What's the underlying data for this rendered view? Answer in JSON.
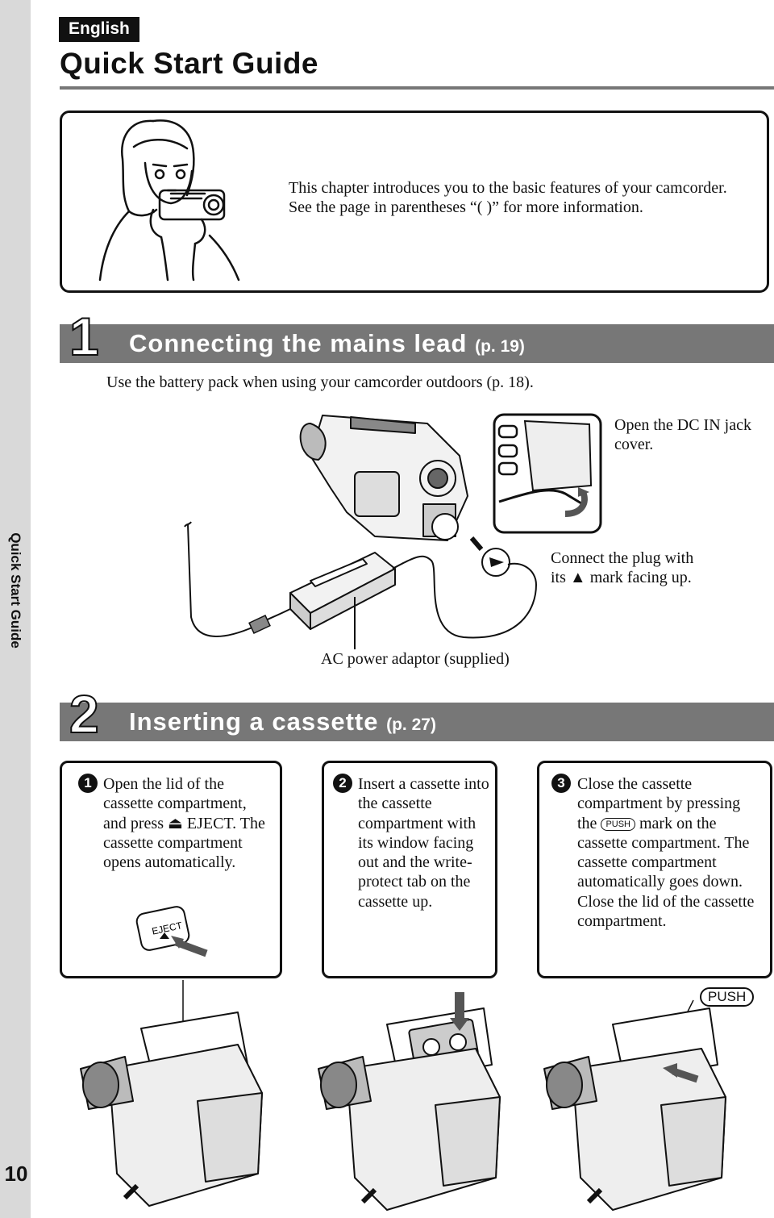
{
  "sidebar": {
    "label": "Quick Start Guide",
    "page_number": "10"
  },
  "header": {
    "language": "English",
    "title": "Quick Start Guide"
  },
  "intro": {
    "text": "This chapter introduces you to the basic features of your camcorder. See the page in parentheses “(    )” for more information."
  },
  "section1": {
    "number": "1",
    "title": "Connecting the mains lead",
    "ref": "(p. 19)",
    "subtitle": "Use the battery pack when using your camcorder outdoors (p. 18).",
    "callout_dc": "Open the DC IN jack cover.",
    "callout_plug_a": "Connect the plug with",
    "callout_plug_b": "its ▲ mark facing up.",
    "callout_adaptor": "AC power adaptor (supplied)"
  },
  "section2": {
    "number": "2",
    "title": "Inserting a cassette",
    "ref": "(p. 27)",
    "steps": [
      {
        "num": "1",
        "text": "Open the lid of the cassette compartment, and press ⏏ EJECT. The cassette compartment opens automatically."
      },
      {
        "num": "2",
        "text": "Insert a cassette into the cassette compartment with its window facing out and the write-protect tab on the cassette up."
      },
      {
        "num": "3",
        "text_a": "Close the cassette compartment by pressing the",
        "push": "PUSH",
        "text_b": "mark on the cassette compartment. The cassette compartment automatically goes down.",
        "text_c": "Close the lid of the cassette compartment."
      }
    ],
    "eject_key": "EJECT",
    "push_label": "PUSH"
  }
}
